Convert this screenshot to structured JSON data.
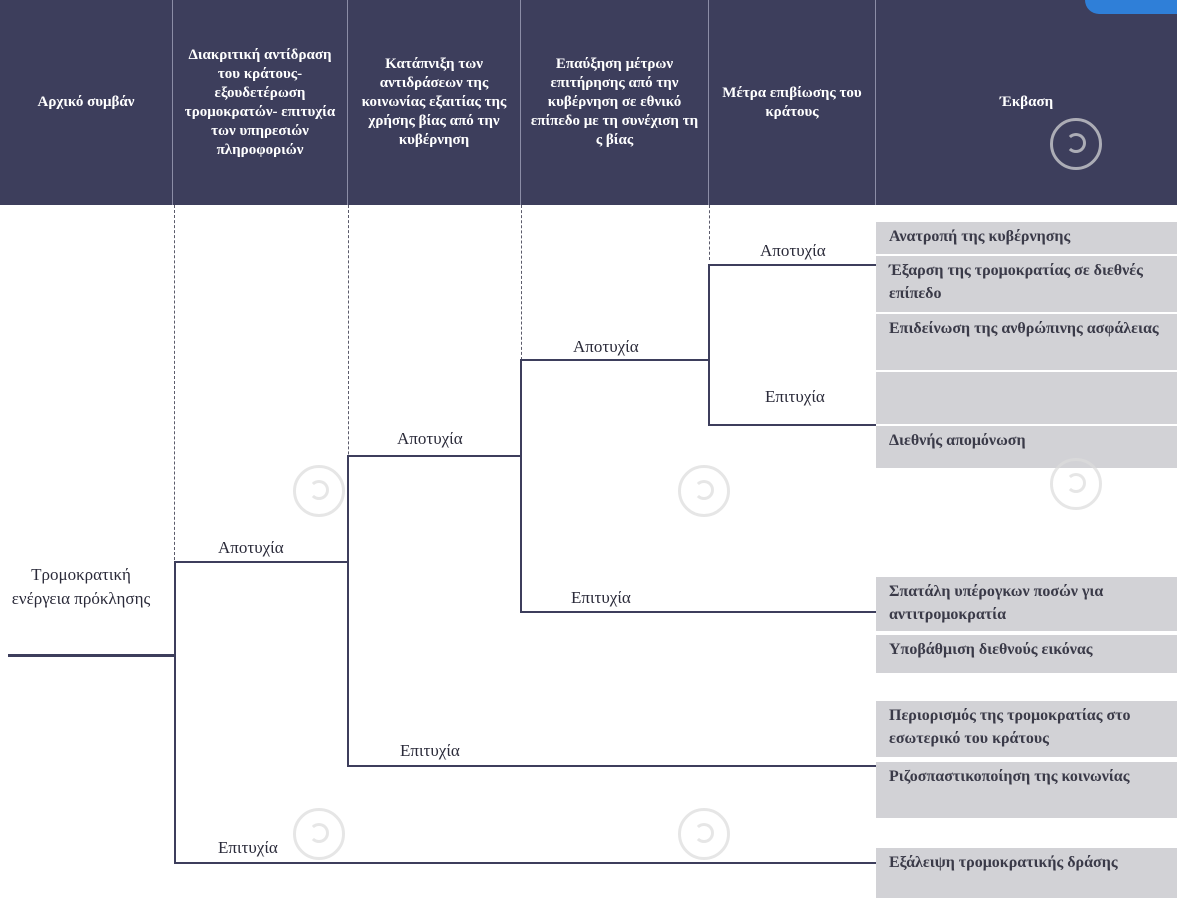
{
  "header": {
    "col1": "Αρχικό συμβάν",
    "col2": "Διακριτική αντίδραση του κράτους- εξουδετέρωση τρομοκρατών- επιτυχία των υπηρεσιών πληροφοριών",
    "col3": "Κατάπνιξη των αντιδράσεων της κοινωνίας εξαιτίας της χρήσης βίας από την κυβέρνηση",
    "col4": "Επαύξηση μέτρων επιτήρησης από την κυβέρνηση σε εθνικό επίπεδο με τη συνέχιση τη ς βίας",
    "col5": "Μέτρα επιβίωσης του κράτους",
    "col6": "Έκβαση"
  },
  "root": "Τρομοκρατική ενέργεια πρόκλησης",
  "branches": {
    "b1_fail": "Αποτυχία",
    "b1_success": "Επιτυχία",
    "b2_fail": "Αποτυχία",
    "b2_success": "Επιτυχία",
    "b3_fail": "Αποτυχία",
    "b3_success": "Επιτυχία",
    "b4_fail": "Αποτυχία",
    "b4_success": "Επιτυχία"
  },
  "outcomes": {
    "o1": "Ανατροπή της κυβέρνησης",
    "o2": "Έξαρση της τρομοκρατίας σε διεθνές επίπεδο",
    "o3": "Επιδείνωση της ανθρώπινης ασφάλειας",
    "o4": "Διεθνής απομόνωση",
    "o5": "Σπατάλη υπέρογκων ποσών για αντιτρομοκρατία",
    "o6": "Υποβάθμιση διεθνούς εικόνας",
    "o7": "Περιορισμός της τρομοκρατίας στο εσωτερικό του κράτους",
    "o8": "Ριζοσπαστικοποίηση της κοινωνίας",
    "o9": "Εξάλειψη τρομοκρατικής δράσης"
  },
  "colors": {
    "header_bg": "#3d3e5c",
    "outcome_bg": "#d2d2d6",
    "line": "#3d3e5c"
  }
}
